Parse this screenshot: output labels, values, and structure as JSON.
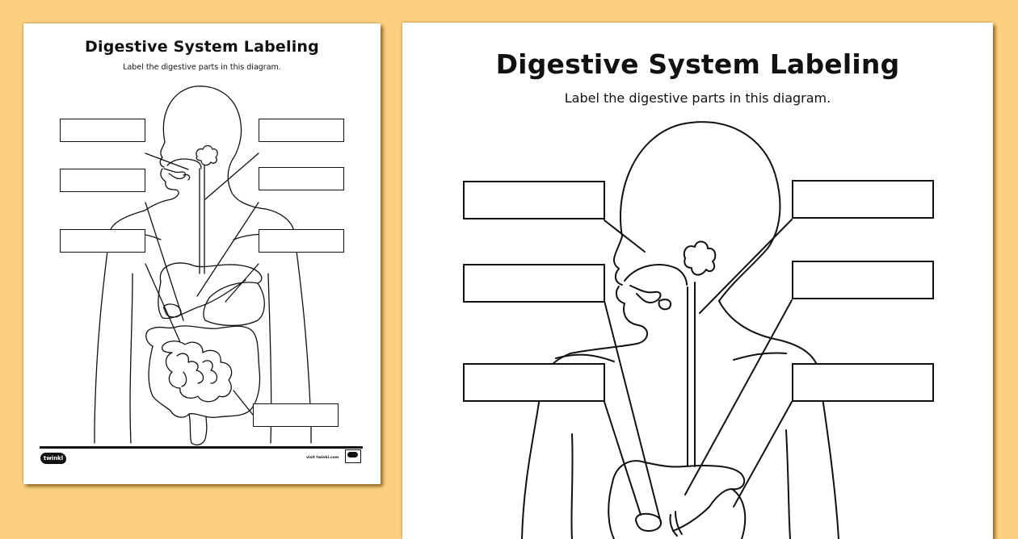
{
  "background_color": "#fbd07f",
  "worksheet": {
    "title": "Digestive System Labeling",
    "subtitle": "Label the digestive parts in this diagram.",
    "label_box_count": 7,
    "label_boxes": [
      {
        "id": "box-1",
        "side": "left",
        "value": ""
      },
      {
        "id": "box-2",
        "side": "left",
        "value": ""
      },
      {
        "id": "box-3",
        "side": "left",
        "value": ""
      },
      {
        "id": "box-4",
        "side": "right",
        "value": ""
      },
      {
        "id": "box-5",
        "side": "right",
        "value": ""
      },
      {
        "id": "box-6",
        "side": "right",
        "value": ""
      },
      {
        "id": "box-7",
        "side": "right-bottom",
        "value": ""
      }
    ]
  },
  "left_page": {
    "title": "Digestive System Labeling",
    "subtitle": "Label the digestive parts in this diagram.",
    "footer": {
      "logo_text": "twinkl",
      "site_text": "visit twinkl.com",
      "badge_icon": "twinkl-quality-badge-icon"
    }
  },
  "right_page": {
    "title": "Digestive System Labeling",
    "subtitle": "Label the digestive parts in this diagram."
  }
}
